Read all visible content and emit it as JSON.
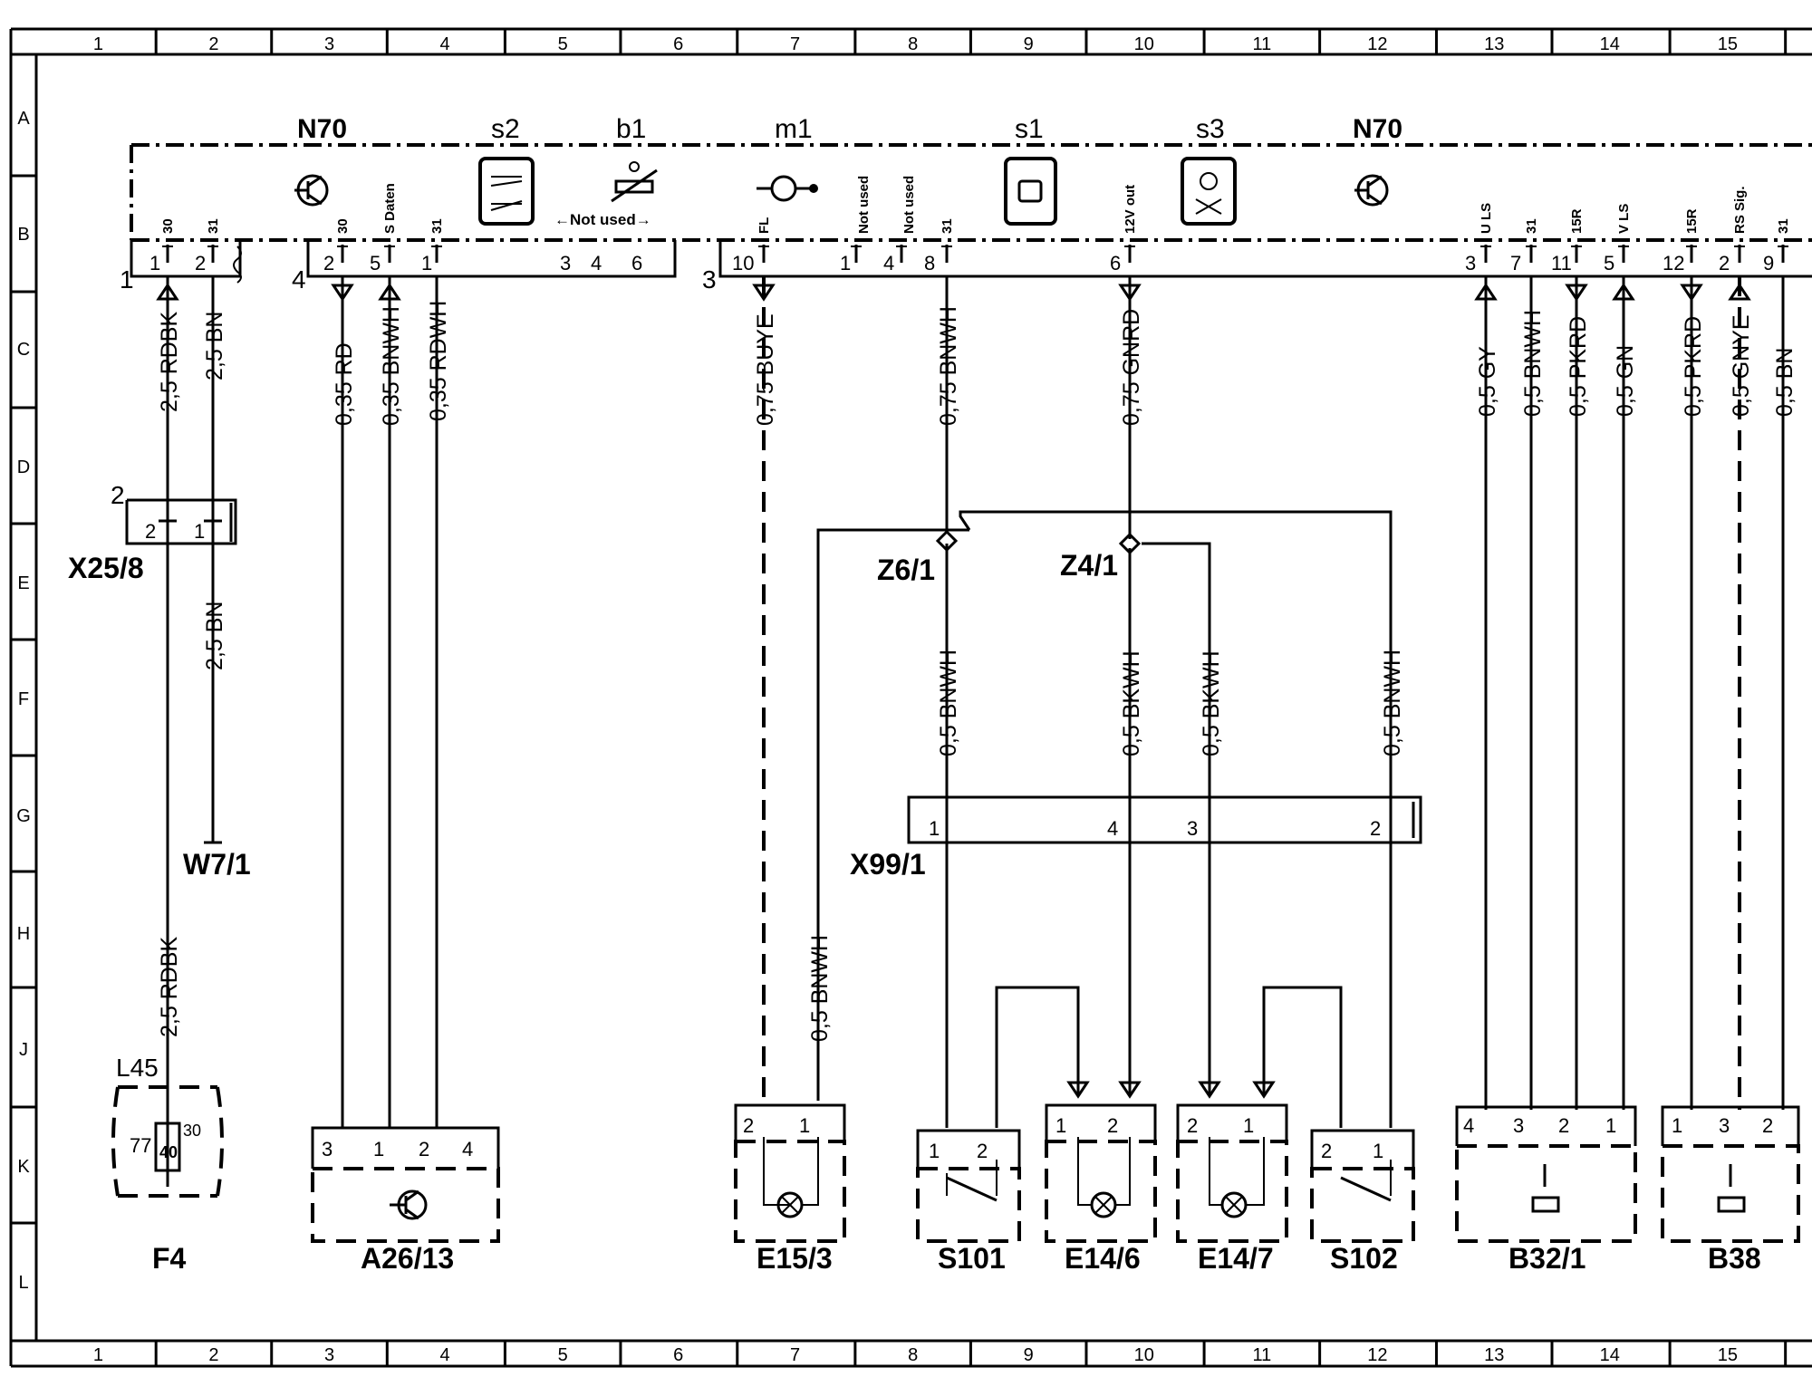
{
  "grid": {
    "columns": [
      "1",
      "2",
      "3",
      "4",
      "5",
      "6",
      "7",
      "8",
      "9",
      "10",
      "11",
      "12",
      "13",
      "14",
      "15"
    ],
    "rows": [
      "A",
      "B",
      "C",
      "D",
      "E",
      "F",
      "G",
      "H",
      "J",
      "K",
      "L"
    ]
  },
  "modules": {
    "n70_left": "N70",
    "s2": "s2",
    "b1": "b1",
    "m1": "m1",
    "s1": "s1",
    "s3": "s3",
    "n70_right": "N70"
  },
  "plugs": {
    "p1": "1",
    "p4": "4",
    "p3": "3",
    "not_used_span": "←Not used→",
    "not_used_1": "Not used",
    "not_used_2": "Not used"
  },
  "pin_functions": {
    "p30a": "30",
    "p31a": "31",
    "p30b": "30",
    "s_daten": "S Daten",
    "p31b": "31",
    "fl": "FL",
    "p31c": "31",
    "v12_out": "12V out",
    "u_ls": "U LS",
    "p31d": "31",
    "p15r_a": "15R",
    "v_ls": "V LS",
    "p15r_b": "15R",
    "rs_sig": "RS Sig.",
    "p31e": "31"
  },
  "pin_numbers": {
    "c1_1": "1",
    "c1_2": "2",
    "c4_2": "2",
    "c4_5": "5",
    "c4_1": "1",
    "c4_3": "3",
    "c4_4": "4",
    "c4_6": "6",
    "c3_10": "10",
    "c3_1": "1",
    "c3_4": "4",
    "c3_8": "8",
    "c3_6": "6",
    "c3_3": "3",
    "c3_7": "7",
    "c3_11": "11",
    "c3_5": "5",
    "c3_12": "12",
    "c3_2": "2",
    "c3_9": "9"
  },
  "wires": {
    "w_rdbk_1": "2,5 RDBK",
    "w_bn_1": "2,5 BN",
    "w_rd": "0,35 RD",
    "w_bnwh_035": "0,35 BNWH",
    "w_rdwh": "0,35 RDWH",
    "w_buye": "0,75 BUYE",
    "w_bnwh_075": "0,75 BNWH",
    "w_gnrd": "0,75 GNRD",
    "w_gy": "0,5 GY",
    "w_bnwh_05a": "0,5 BNWH",
    "w_pkrd_a": "0,5 PKRD",
    "w_gn": "0,5 GN",
    "w_pkrd_b": "0,5 PKRD",
    "w_gnye": "0,5 GNYE",
    "w_bn_05": "0,5 BN",
    "w_bn_2": "2,5 BN",
    "w_rdbk_2": "2,5 RDBK",
    "w_bnwh_05b": "0,5 BNWH",
    "w_bnwh_f1": "0,5 BNWH",
    "w_bkwh_f1": "0,5 BKWH",
    "w_bkwh_f2": "0,5 BKWH",
    "w_bnwh_f2": "0,5 BNWH"
  },
  "connectors": {
    "x25_8": "X25/8",
    "x25_8_plug": "2",
    "x25_8_p2": "2",
    "x25_8_p1": "1",
    "w7_1": "W7/1",
    "z6_1": "Z6/1",
    "z4_1": "Z4/1",
    "x99_1": "X99/1",
    "x99_p1": "1",
    "x99_p4": "4",
    "x99_p3": "3",
    "x99_p2": "2"
  },
  "components": {
    "f4": "F4",
    "l45": "L45",
    "f4_77": "77",
    "f4_40": "40",
    "f4_30": "30",
    "a26_13": "A26/13",
    "a26_p3": "3",
    "a26_p1": "1",
    "a26_p2": "2",
    "a26_p4": "4",
    "e15_3": "E15/3",
    "e15_p2": "2",
    "e15_p1": "1",
    "s101": "S101",
    "s101_p1": "1",
    "s101_p2": "2",
    "e14_6": "E14/6",
    "e146_p1": "1",
    "e146_p2": "2",
    "e14_7": "E14/7",
    "e147_p2": "2",
    "e147_p1": "1",
    "s102": "S102",
    "s102_p2": "2",
    "s102_p1": "1",
    "b32_1": "B32/1",
    "b32_p4": "4",
    "b32_p3": "3",
    "b32_p2": "2",
    "b32_p1": "1",
    "b38": "B38",
    "b38_p1": "1",
    "b38_p3": "3",
    "b38_p2": "2"
  }
}
